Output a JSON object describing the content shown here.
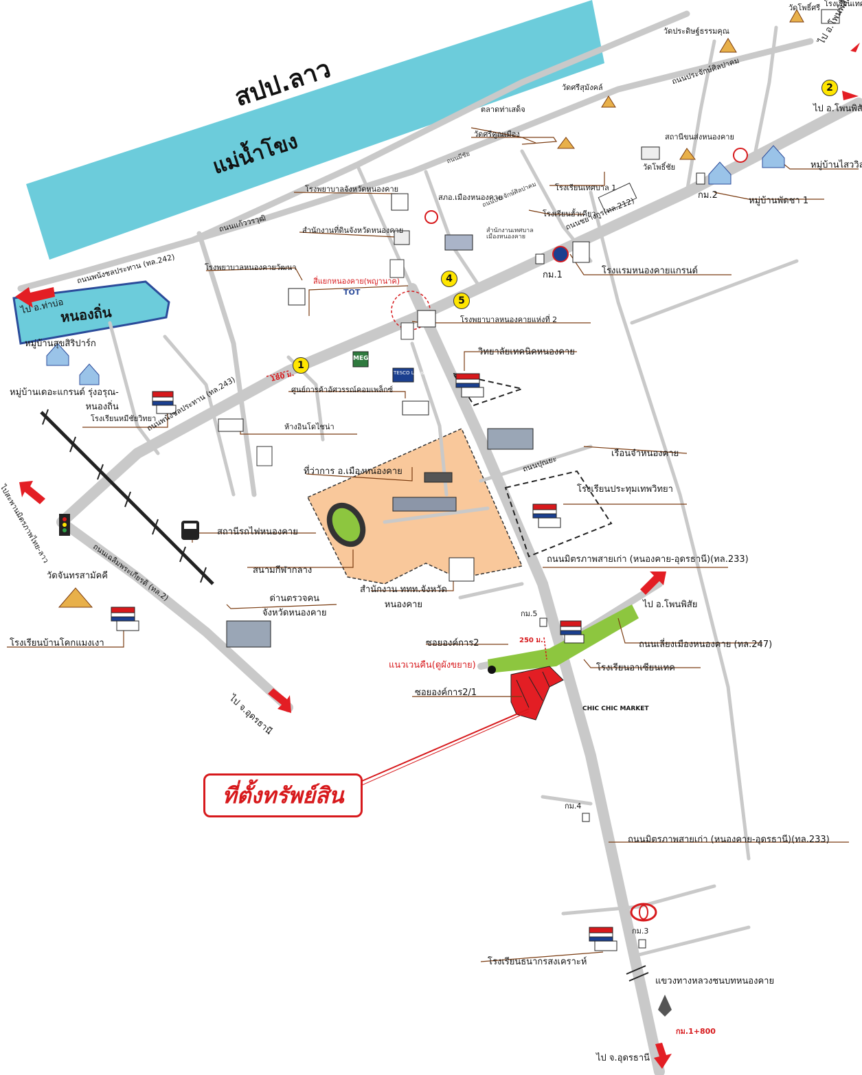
{
  "regions": {
    "laos": "สปป.ลาว",
    "river": "แม่น้ำโขง",
    "lake": "หนองถิ่น"
  },
  "property": {
    "label": "ที่ตั้งทรัพย์สิน",
    "route_note": "แนวเวนคืน(ดูผังขยาย)",
    "soi_2": "ซอยองค์การ2",
    "soi_2_1": "ซอยองค์การ2/1",
    "distance": "250 ม."
  },
  "places": {
    "wat_phochai": "วัดโพธิ์ศรี",
    "school_top": "โรงเรียนเทศบาล",
    "wat_prasit": "วัดประดิษฐ์ธรรมคุณ",
    "wat_srisumang": "วัดศรีสุมังคล์",
    "talat": "ตลาดท่าเสด็จ",
    "wat_srikhun": "วัดศรีคูณเมือง",
    "station_bus": "สถานีขนส่งหนองคาย",
    "wat_phochai2": "วัดโพธิ์ชัย",
    "village_saiwilai": "หมู่บ้านไสววิล",
    "village_phatcha": "หมู่บ้านพัดชา 1",
    "km2": "กม.2",
    "hospital_province": "โรงพยาบาลจังหวัดหนองคาย",
    "police": "สภอ.เมืองหนองคาย",
    "school_tessaban1": "โรงเรียนเทศบาล 1",
    "school_huakhiao": "โรงเรียนฮั้วเคียว",
    "land_office": "สำนักงานที่ดินจังหวัดหนองคาย",
    "municipal_office": "สำนักงานเทศบาล\nเมืองหนองคาย",
    "hotel": "โรงแรมหนองคายแกรนด์",
    "km1": "กม.1",
    "hospital_watthana": "โรงพยาบาลหนองคายวัฒนา",
    "intersection": "สี่แยกหนองคาย(พญานาค)",
    "tot": "TOT",
    "hospital_2": "โรงพยาบาลหนองคายแห่งที่ 2",
    "college": "วิทยาลัยเทคนิคหนองคาย",
    "village_suksiri": "หมู่บ้านสุขสิริปาร์ก",
    "village_grand": "หมู่บ้านเดอะแกรนด์ รุ่งอรุณ-\nหนองถิ่น",
    "school_meechai": "โรงเรียนหมีชัยวิทยา",
    "complex": "ศูนย์การค้าอัศวรรณ์คอมเพล็กซ์",
    "indochina": "ห้างอินโดไชน่า",
    "prison": "เรือนจำหนองคาย",
    "district_office": "ที่ว่าการ อ.เมืองหนองคาย",
    "school_prathum": "โรงเรียนประทุมเทพวิทยา",
    "railway": "สถานีรถไฟหนองคาย",
    "stadium": "สนามกีฬากลาง",
    "tat_office": "สำนักงาน ททท.จังหวัด\nหนองคาย",
    "wat_chan": "วัดจันทรสามัคคี",
    "checkpoint": "ด่านตรวจคน\nจังหวัดหนองคาย",
    "school_kok": "โรงเรียนบ้านโคกแมงเงา",
    "km5": "กม.5",
    "school_asean": "โรงเรียนอาเซียนเทค",
    "chic": "CHIC CHIC MARKET",
    "km4": "กม.4",
    "toyota_km3": "กม.3",
    "school_thanakorn": "โรงเรียนธนากรสงเคราะห์",
    "highways": "แขวงทางหลวงชนบทหนองคาย",
    "km_1800": "กม.1+800",
    "mega": "MEGA",
    "tesco": "TESCO Lotus"
  },
  "roads": {
    "mittraphap_old_1": "ถนนมิตรภาพสายเก่า (หนองคาย-อุดรธานี)(ทล.233)",
    "mittraphap_old_2": "ถนนมิตรภาพสายเก่า (หนองคาย-อุดรธานี)(ทล.233)",
    "bypass": "ถนนเลี่ยงเมืองหนองคาย (ทล.247)",
    "to_phonphisai": "ไป อ.โพนพิสัย",
    "to_phonphisai_top": "ไป อ.โพนพิสัย",
    "to_phonphisai_2": "ไป อ.โพนพิสั",
    "to_thabo": "ไป อ.ท่าบ่อ",
    "to_udon_left": "ไป จ.อุดรธานี",
    "to_udon_bottom": "ไป จ.อุดรธานี",
    "to_bridge": "ไปสะพานมิตรภาพไทย-ลาว",
    "phanchonpratan_242": "ถนนพนังชลประทาน (ทล.242)",
    "phanchonpratan_243": "ถนนพนังชลประทาน (ทล.243)",
    "kaewworawut": "ถนนแก้ววรวุฒิ",
    "chayangkun": "ถนนชยางกูร(ทล.212)",
    "prachak": "ถนนประจักษ์ศิลปาคม",
    "meechai": "ถนนมีชัย",
    "ban_mueang": "ถนนเฉลิมพระเกียรติ (ทล.2)",
    "prajak2": "ถนนประจักษ์ศิลปาคม",
    "punya": "ถนนปุณยะ"
  },
  "markers": [
    "1",
    "2",
    "4",
    "5"
  ],
  "distances": {
    "d180": "180 ม.",
    "d250": "250 ม."
  },
  "colors": {
    "river": "#6cccdb",
    "road": "#c9c9c9",
    "admin_area": "#f9c89b",
    "bypass": "#8dc63f",
    "property": "#e31e24",
    "arrow": "#e31e24",
    "callout_line": "#d7191c"
  }
}
